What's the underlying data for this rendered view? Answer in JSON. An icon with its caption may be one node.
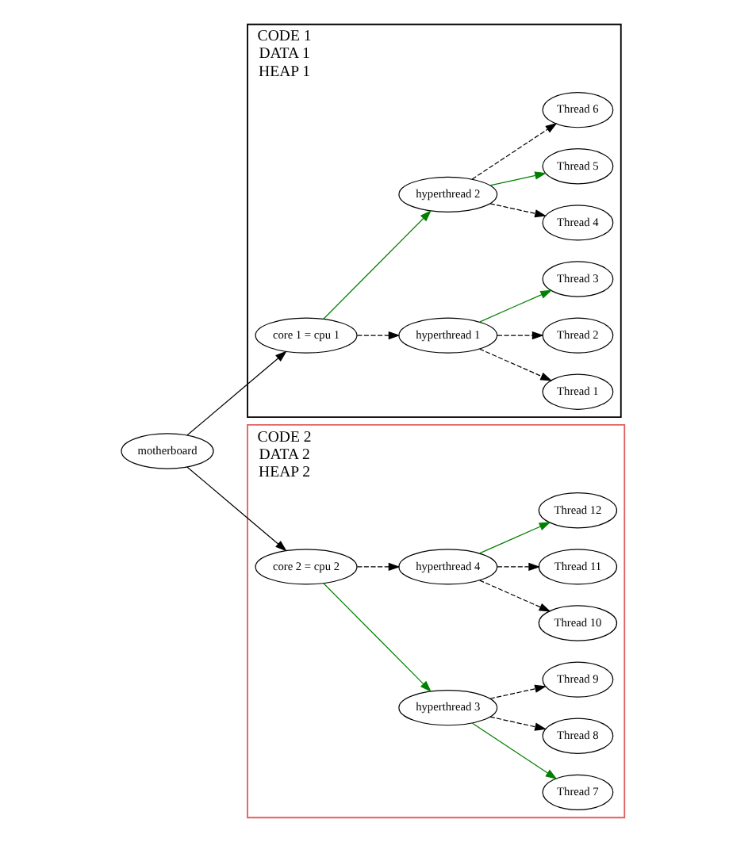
{
  "diagram": {
    "nodes": [
      {
        "text": [
          "motherboard"
        ]
      },
      {
        "text": [
          "CODE 1",
          "DATA 1",
          "HEAP 1"
        ]
      },
      {
        "text": [
          "core 1 = cpu 1"
        ],
        "in": 1
      },
      {
        "text": [
          "hyperthread 1"
        ],
        "in": 1
      },
      {
        "text": [
          "hyperthread 2"
        ],
        "in": 1
      },
      {
        "text": [
          "Thread 1"
        ],
        "in": 1
      },
      {
        "text": [
          "Thread 2"
        ],
        "in": 1
      },
      {
        "text": [
          "Thread 3"
        ],
        "in": 1
      },
      {
        "text": [
          "Thread 4"
        ],
        "in": 1
      },
      {
        "text": [
          "Thread 5"
        ],
        "in": 1
      },
      {
        "text": [
          "Thread 6"
        ],
        "in": 1
      },
      {
        "text": [
          "CODE 2",
          "DATA 2",
          "HEAP 2"
        ]
      },
      {
        "text": [
          "core 2 = cpu 2"
        ],
        "in": 11
      },
      {
        "text": [
          "hyperthread 3"
        ],
        "in": 11
      },
      {
        "text": [
          "hyperthread 4"
        ],
        "in": 11
      },
      {
        "text": [
          "Thread 7"
        ],
        "in": 11
      },
      {
        "text": [
          "Thread 8"
        ],
        "in": 11
      },
      {
        "text": [
          "Thread 9"
        ],
        "in": 11
      },
      {
        "text": [
          "Thread 10"
        ],
        "in": 11
      },
      {
        "text": [
          "Thread 11"
        ],
        "in": 11
      },
      {
        "text": [
          "Thread 12"
        ],
        "in": 11
      }
    ],
    "edges": [
      {
        "from": 0,
        "to": 2,
        "arrow": "to"
      },
      {
        "from": 0,
        "to": 12,
        "arrow": "to"
      },
      {
        "from": 2,
        "to": 3,
        "arrow": "to",
        "style": "dashed"
      },
      {
        "from": 2,
        "to": 4,
        "arrow": "to",
        "color": "#008000"
      },
      {
        "from": 3,
        "to": 5,
        "arrow": "to",
        "style": "dashed"
      },
      {
        "from": 3,
        "to": 6,
        "arrow": "to",
        "style": "dashed"
      },
      {
        "from": 3,
        "to": 7,
        "arrow": "to",
        "color": "#008000"
      },
      {
        "from": 4,
        "to": 8,
        "arrow": "to",
        "style": "dashed"
      },
      {
        "from": 4,
        "to": 9,
        "arrow": "to",
        "color": "#008000"
      },
      {
        "from": 4,
        "to": 10,
        "arrow": "to",
        "style": "dashed"
      },
      {
        "from": 12,
        "to": 13,
        "arrow": "to",
        "color": "#008000"
      },
      {
        "from": 12,
        "to": 14,
        "arrow": "to",
        "style": "dashed"
      },
      {
        "from": 13,
        "to": 15,
        "arrow": "to",
        "color": "#008000"
      },
      {
        "from": 13,
        "to": 16,
        "arrow": "to",
        "style": "dashed"
      },
      {
        "from": 13,
        "to": 17,
        "arrow": "to",
        "style": "dashed"
      },
      {
        "from": 14,
        "to": 18,
        "arrow": "to",
        "style": "dashed"
      },
      {
        "from": 14,
        "to": 19,
        "arrow": "to",
        "style": "dashed"
      },
      {
        "from": 14,
        "to": 20,
        "arrow": "to",
        "color": "#008000"
      }
    ]
  }
}
